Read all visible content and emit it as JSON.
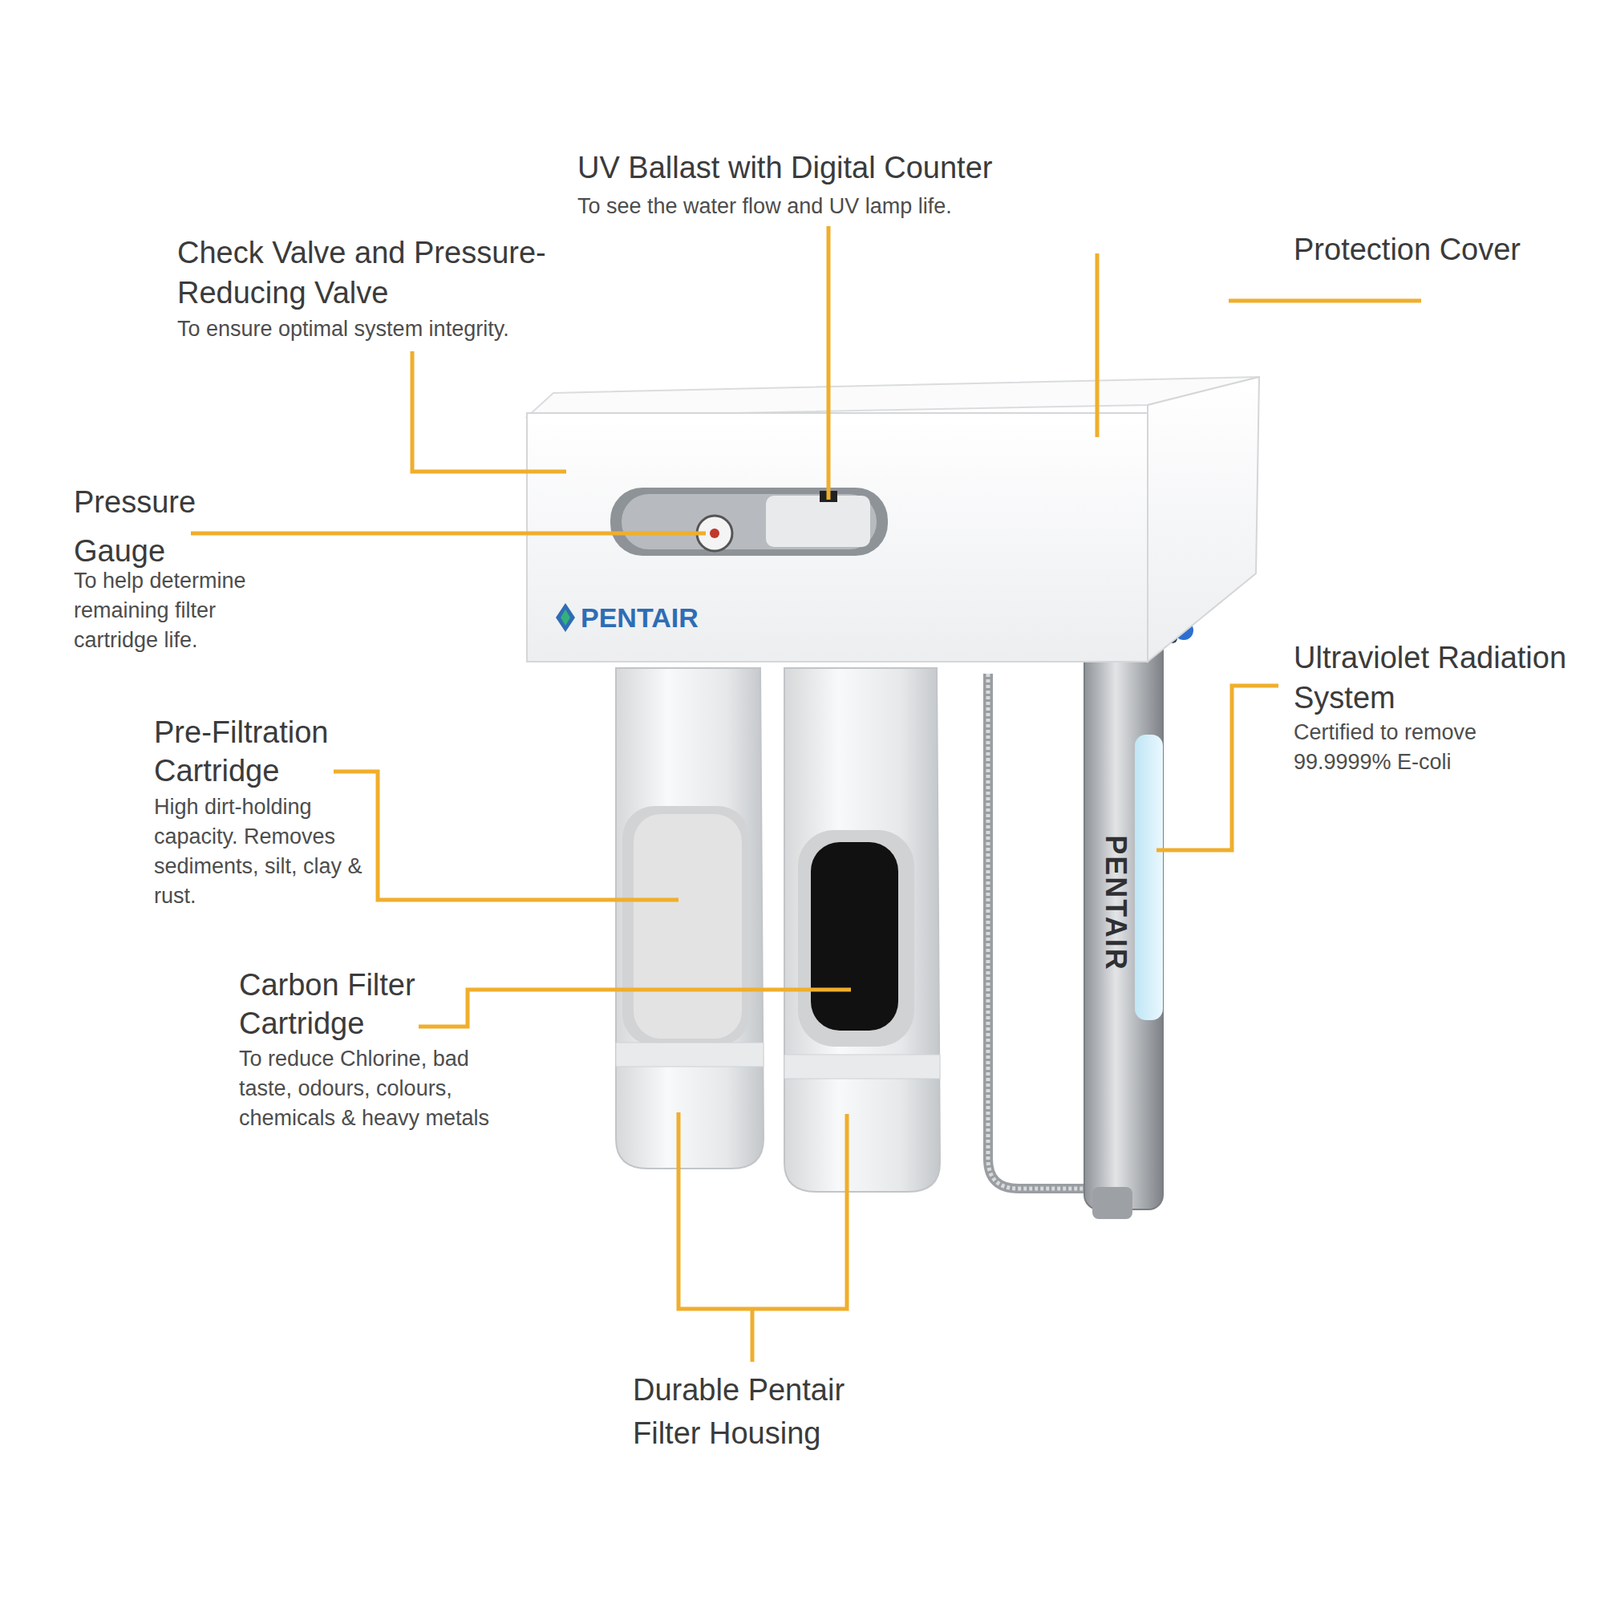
{
  "diagram": {
    "labels": [
      "UV Ballast with Digital Counter",
      "To see the water flow and UV lamp life.",
      "Check Valve and Pressure-Reducing Valve",
      "To ensure optimal system integrity.",
      "Protection Cover",
      "Pressure Gauge",
      "To help determine remaining filter cartridge life.",
      "Ultraviolet Radiation System",
      "Certified to remove 99.9999% E-coli",
      "Pre-Filtration Cartridge",
      "High dirt-holding capacity. Removes sediments, silt, clay & rust.",
      "Carbon Filter Cartridge",
      "To reduce Chlorine, bad taste, odours, colours, chemicals & heavy metals",
      "Durable Pentair Filter Housing",
      "PENTAIR",
      "PENTAIR"
    ]
  }
}
